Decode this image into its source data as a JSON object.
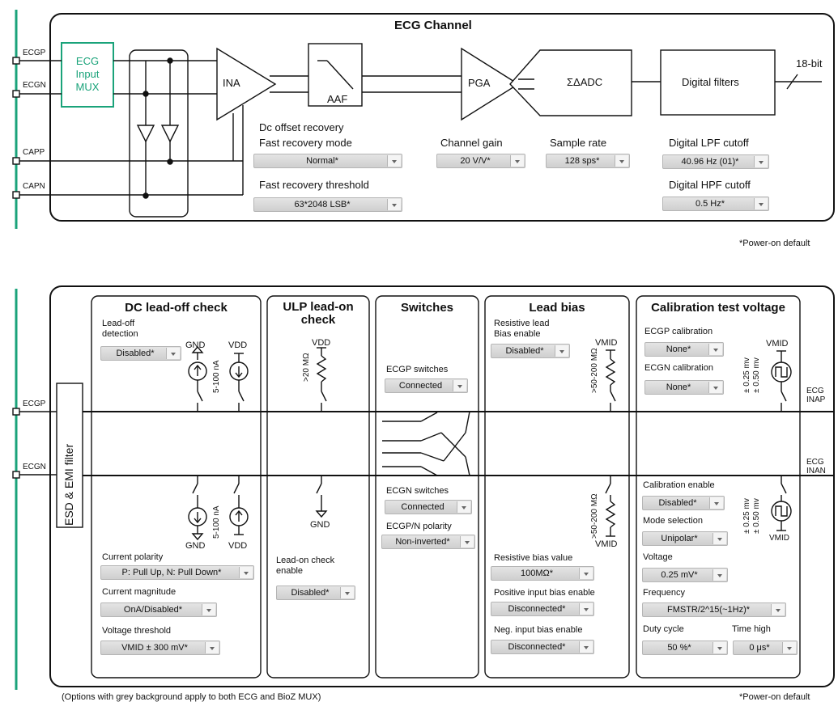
{
  "top": {
    "title": "ECG Channel",
    "pins": [
      "ECGP",
      "ECGN",
      "CAPP",
      "CAPN"
    ],
    "mux": [
      "ECG",
      "Input",
      "MUX"
    ],
    "ina": "INA",
    "aaf": "AAF",
    "pga": "PGA",
    "adc": "ΣΔADC",
    "filters": "Digital filters",
    "bits": "18-bit",
    "dc_offset": "Dc offset recovery",
    "fast_mode_label": "Fast recovery mode",
    "fast_mode_value": "Normal*",
    "fast_thresh_label": "Fast recovery threshold",
    "fast_thresh_value": "63*2048 LSB*",
    "gain_label": "Channel gain",
    "gain_value": "20 V/V*",
    "rate_label": "Sample rate",
    "rate_value": "128 sps*",
    "lpf_label": "Digital LPF cutoff",
    "lpf_value": "40.96 Hz (01)*",
    "hpf_label": "Digital HPF cutoff",
    "hpf_value": "0.5 Hz*",
    "footnote": "*Power-on default"
  },
  "bottom": {
    "pins": [
      "ECGP",
      "ECGN"
    ],
    "esd": "ESD & EMI filter",
    "outputs": [
      "ECG",
      "INAP",
      "ECG",
      "INAN"
    ],
    "dc": {
      "title": "DC lead-off check",
      "detect_label": [
        "Lead-off",
        "detection"
      ],
      "detect_value": "Disabled*",
      "gnd": "GND",
      "vdd": "VDD",
      "current": "5-100 nA",
      "polarity_label": "Current polarity",
      "polarity_value": "P: Pull Up, N: Pull Down*",
      "magnitude_label": "Current magnitude",
      "magnitude_value": "OnA/Disabled*",
      "threshold_label": "Voltage threshold",
      "threshold_value": "VMID ± 300 mV*"
    },
    "ulp": {
      "title": [
        "ULP lead-on",
        "check"
      ],
      "vdd": "VDD",
      "res": ">20 MΩ",
      "gnd": "GND",
      "enable_label": [
        "Lead-on check",
        "enable"
      ],
      "enable_value": "Disabled*"
    },
    "switches": {
      "title": "Switches",
      "ecgp_label": "ECGP switches",
      "ecgp_value": "Connected",
      "ecgn_label": "ECGN switches",
      "ecgn_value": "Connected",
      "polarity_label": "ECGP/N polarity",
      "polarity_value": "Non-inverted*"
    },
    "bias": {
      "title": "Lead bias",
      "res_label": [
        "Resistive lead",
        "Bias enable"
      ],
      "res_value": "Disabled*",
      "vmid": "VMID",
      "res": ">50-200 MΩ",
      "value_label": "Resistive bias value",
      "value_value": "100MΩ*",
      "pos_label": "Positive input bias enable",
      "pos_value": "Disconnected*",
      "neg_label": "Neg. input bias enable",
      "neg_value": "Disconnected*"
    },
    "cal": {
      "title": "Calibration test voltage",
      "ecgp_label": "ECGP calibration",
      "ecgp_value": "None*",
      "ecgn_label": "ECGN calibration",
      "ecgn_value": "None*",
      "vmid": "VMID",
      "amp1": "± 0.25 mv",
      "amp2": "± 0.50 mv",
      "enable_label": "Calibration enable",
      "enable_value": "Disabled*",
      "mode_label": "Mode selection",
      "mode_value": "Unipolar*",
      "voltage_label": "Voltage",
      "voltage_value": "0.25 mV*",
      "freq_label": "Frequency",
      "freq_value": "FMSTR/2^15(~1Hz)*",
      "duty_label": "Duty cycle",
      "duty_value": "50 %*",
      "time_label": "Time high",
      "time_value": "0 μs*"
    },
    "note": "(Options with grey background apply to both ECG and BioZ MUX)",
    "footnote": "*Power-on default"
  },
  "colors": {
    "accent": "#1aa37a",
    "line": "#111111",
    "dropdown": "#d6d6d6"
  }
}
